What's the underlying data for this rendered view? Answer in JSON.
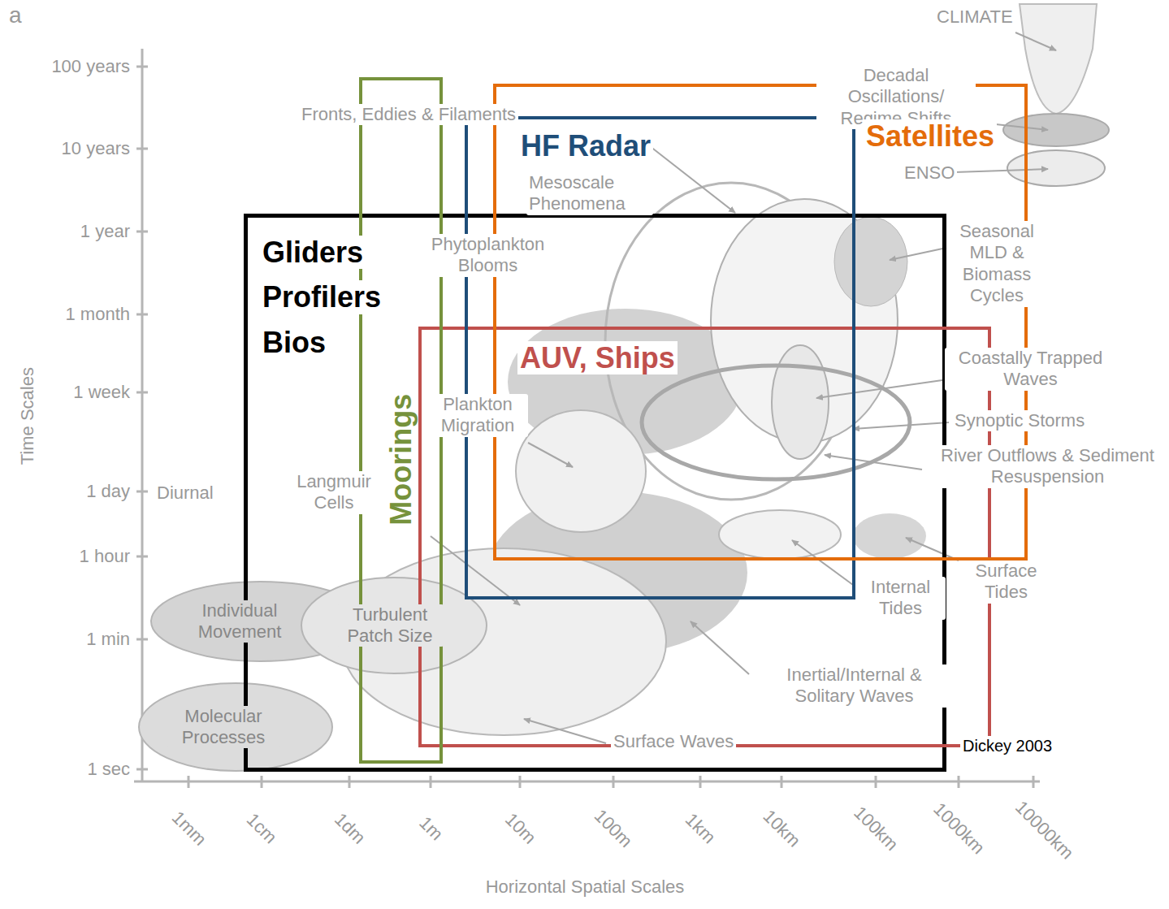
{
  "diagram": {
    "nodes": [
      {
        "text": [
          "Gliders",
          "Profilers",
          "Bios"
        ]
      },
      {
        "text": [
          "Moorings"
        ]
      },
      {
        "text": [
          "HF Radar"
        ]
      },
      {
        "text": [
          "Satellites"
        ]
      },
      {
        "text": [
          "AUV, Ships"
        ]
      },
      {
        "text": [
          "Individual Movement"
        ]
      },
      {
        "text": [
          "Turbulent Patch Size"
        ],
        "in": 0
      },
      {
        "text": [
          "Molecular Processes"
        ]
      }
    ],
    "labels": [
      "a",
      "100 years",
      "10 years",
      "1 year",
      "1 month",
      "1 week",
      "1 day",
      "1 hour",
      "1 min",
      "1 sec",
      "Time Scales",
      "1mm",
      "1cm",
      "1dm",
      "1m",
      "10m",
      "100m",
      "1km",
      "10km",
      "100km",
      "1000km",
      "10000km",
      "Horizontal Spatial Scales",
      "CLIMATE",
      "Decadal Oscillations/ Regime Shifts",
      "Fronts, Eddies & Filaments",
      "ENSO",
      "Mesoscale Phenomena",
      "Phytoplankton Blooms",
      "Seasonal MLD & Biomass Cycles",
      "Coastally Trapped Waves",
      "Synoptic Storms",
      "River Outflows & Sediment Resuspension",
      "Plankton Migration",
      "Langmuir Cells",
      "Diurnal",
      "Internal Tides",
      "Surface Tides",
      "Inertial/Internal & Solitary Waves",
      "Surface Waves",
      "Dickey 2003"
    ]
  }
}
